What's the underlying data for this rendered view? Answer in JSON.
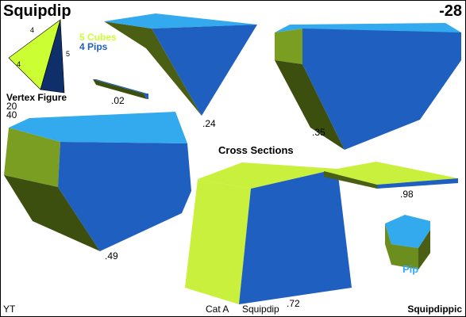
{
  "header": {
    "title": "Squipdip",
    "index": "-28"
  },
  "legend": {
    "cubes_label": "5 Cubes",
    "pips_label": "4 Pips",
    "cubes_color": "#CCFF33",
    "pips_color": "#1F5FBF"
  },
  "vertex_figure": {
    "label": "Vertex Figure",
    "edge_top": "4",
    "edge_left": "4",
    "edge_right": "5",
    "count_a": "20",
    "count_b": "40"
  },
  "cross_sections": {
    "heading": "Cross Sections",
    "values": [
      ".02",
      ".24",
      ".35",
      ".49",
      ".72",
      ".98"
    ]
  },
  "pip": {
    "label": "Pip",
    "label_color": "#33AAFF"
  },
  "footer": {
    "author": "YT",
    "category": "Cat A",
    "name": "Squipdip",
    "brand": "Squipdippic"
  },
  "colors": {
    "blue": "#1F5FBF",
    "sky": "#33AAEE",
    "lime": "#CCFF33",
    "olive": "#6B8E1F",
    "dark_olive": "#3C4F0E",
    "navy": "#0F2F6B"
  }
}
